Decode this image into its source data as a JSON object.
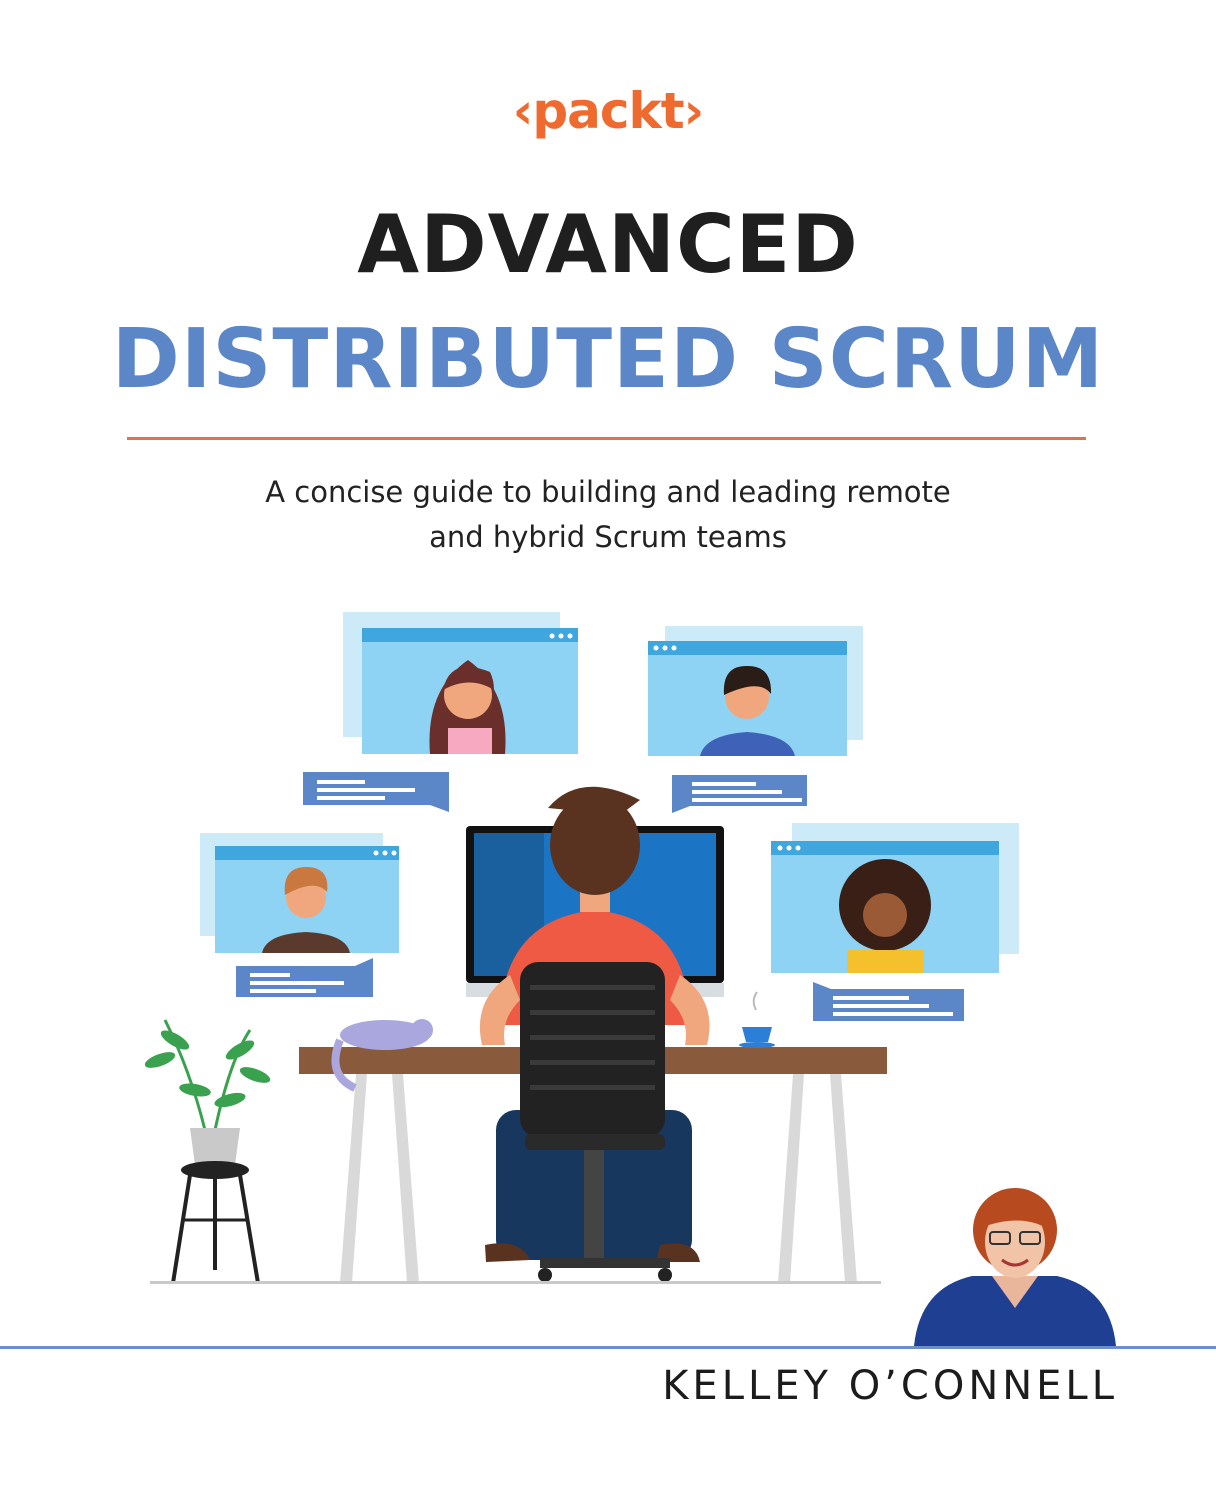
{
  "publisher": {
    "logo_text": "‹packt›"
  },
  "title": {
    "line1": "ADVANCED",
    "line2": "DISTRIBUTED SCRUM"
  },
  "subtitle": {
    "line1": "A concise guide to building and leading remote",
    "line2": "and hybrid Scrum teams"
  },
  "author": {
    "name": "KELLEY O’CONNELL"
  },
  "colors": {
    "brand_orange": "#ee6a2f",
    "title_blue": "#5b86c7",
    "rule_blue": "#6b8fc6"
  }
}
